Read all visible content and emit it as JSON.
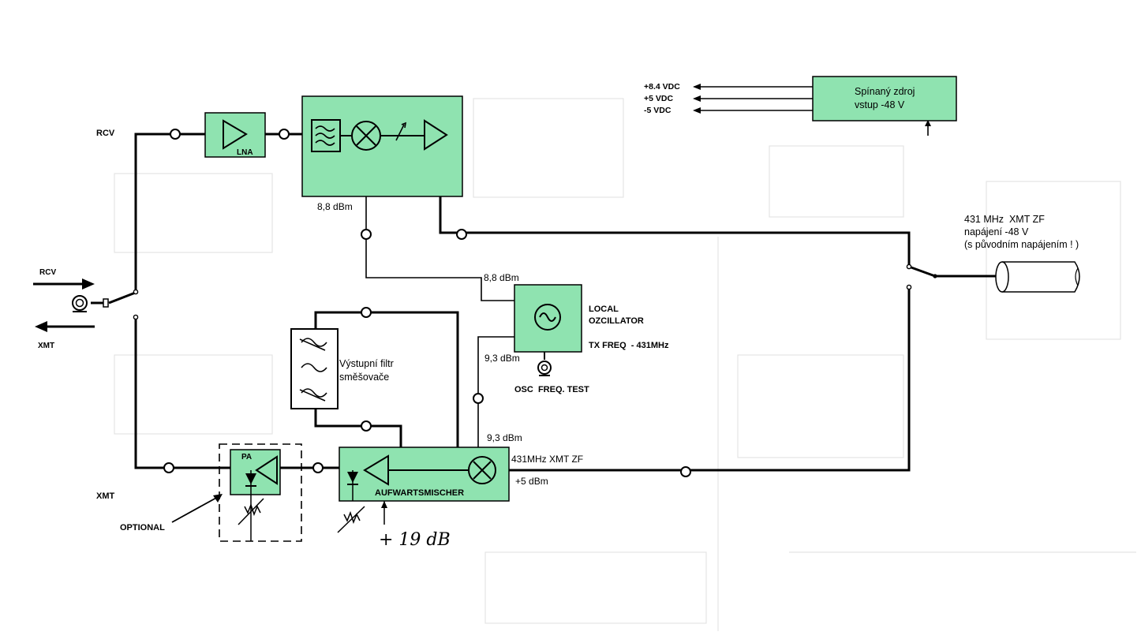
{
  "labels": {
    "rcv_top": "RCV",
    "rcv_arrow": "RCV",
    "xmt_arrow": "XMT",
    "xmt_bottom": "XMT",
    "optional": "OPTIONAL",
    "lna": "LNA",
    "pa": "PA",
    "upmixer": "AUFWARTSMISCHER",
    "output_filter_line1": "Výstupní filtr",
    "output_filter_line2": "směšovače",
    "lo_line1": "LOCAL",
    "lo_line2": "OZCILLATOR",
    "tx_freq": "TX FREQ  - 431MHz",
    "osc_test": "OSC  FREQ. TEST",
    "psu_line1": "Spínaný zdroj",
    "psu_line2": "vstup -48 V",
    "v84": "+8.4 VDC",
    "v5p": "+5 VDC",
    "v5n": "-5 VDC",
    "if_line1": "431 MHz  XMT ZF",
    "if_line2": "napájení -48 V",
    "if_line3": "(s původním napájením ! )",
    "xmt_zf": "431MHz XMT ZF",
    "p5dbm": "+5 dBm",
    "lvl_88_a": "8,8 dBm",
    "lvl_88_b": "8,8 dBm",
    "lvl_93_a": "9,3 dBm",
    "lvl_93_b": "9,3 dBm",
    "handwritten": "+ 19 dB"
  },
  "colors": {
    "block_fill": "#8fe3b0",
    "line": "#000000"
  }
}
